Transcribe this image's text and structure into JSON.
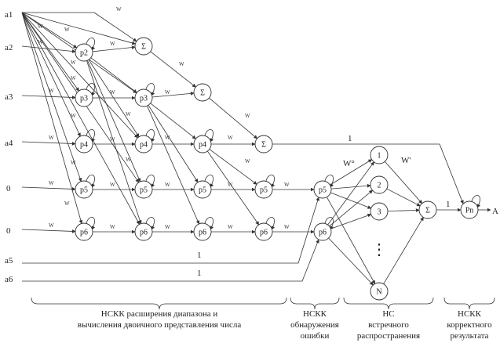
{
  "inputs": [
    "a1",
    "a2",
    "a3",
    "a4",
    "0",
    "0",
    "a5",
    "a6"
  ],
  "output": "A",
  "nodes": {
    "p2": "p2",
    "p3": "p3",
    "p4": "p4",
    "p5": "p5",
    "p6": "p6",
    "sum": "Σ",
    "pn": "Pn",
    "hidden": [
      "1",
      "2",
      "3",
      "N"
    ],
    "dots": "⋮"
  },
  "weights": {
    "w_small": "W",
    "w_top": "W°",
    "w_out": "W'"
  },
  "line_labels": [
    "1",
    "1",
    "1",
    "1"
  ],
  "captions": {
    "range": [
      "НСКК расширения диапазона и",
      "вычисления двоичного представления числа"
    ],
    "error": [
      "НСКК",
      "обнаружения",
      "ошибки"
    ],
    "hs": [
      "НС",
      "встречного",
      "распространения"
    ],
    "correct": [
      "НСКК",
      "корректного",
      "результата"
    ]
  }
}
